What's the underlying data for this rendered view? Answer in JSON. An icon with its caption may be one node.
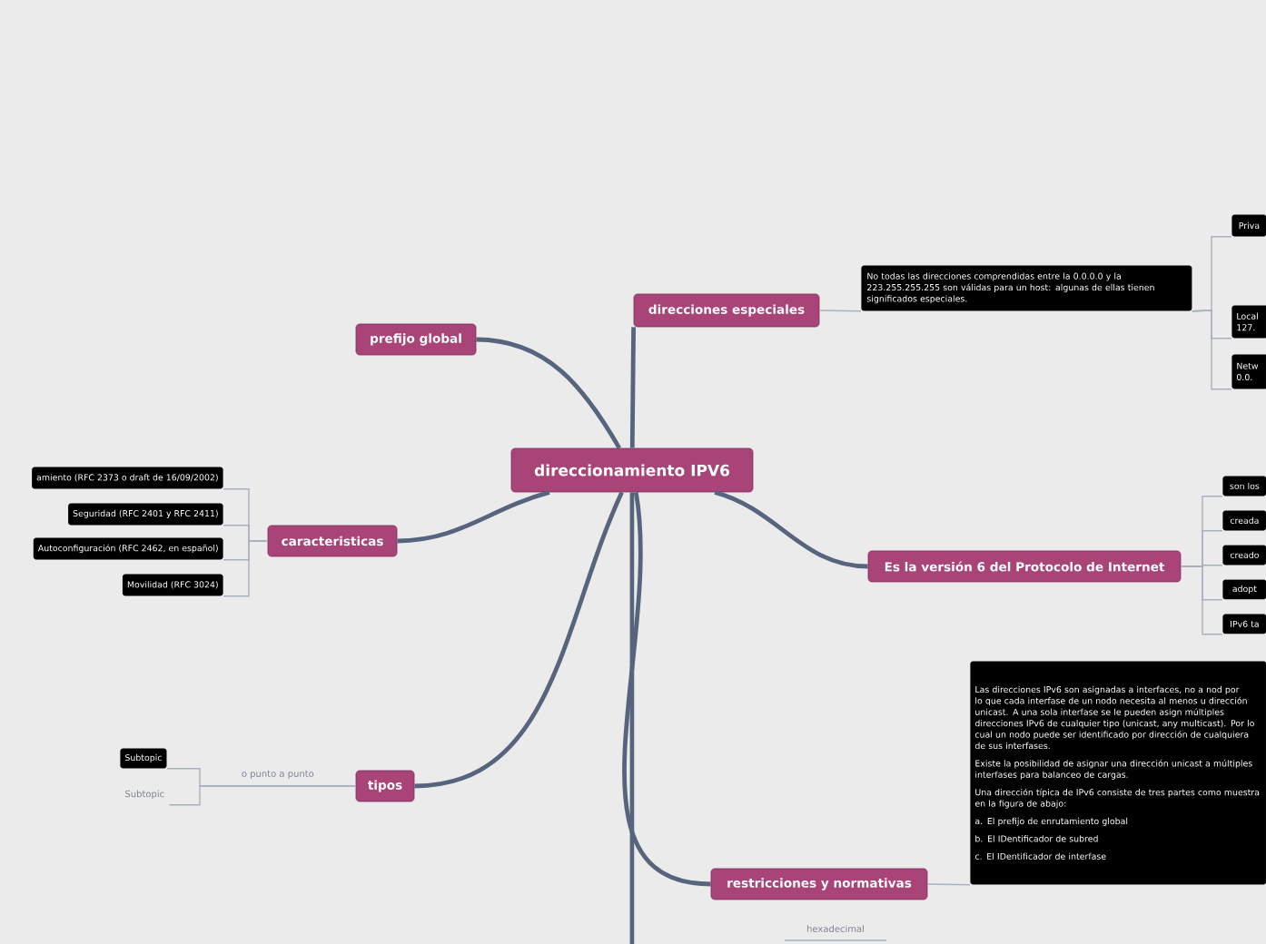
{
  "diagram": {
    "nodes": [
      {
        "text": [
          "direccionamiento IPV6"
        ]
      },
      {
        "text": [
          "prefijo global"
        ]
      },
      {
        "text": [
          "direcciones especiales"
        ]
      },
      {
        "text": [
          "No todas las direcciones comprendidas entre la 0.0.0.0 y la 223.255.255.255 son válidas para un host: algunas de ellas tienen significados especiales."
        ]
      },
      {
        "text": [
          "Priva"
        ]
      },
      {
        "text": [
          "Local 127."
        ]
      },
      {
        "text": [
          "Netw 0.0."
        ]
      },
      {
        "text": [
          "caracteristicas"
        ]
      },
      {
        "text": [
          "amiento (RFC 2373 o draft de 16/09/2002)"
        ]
      },
      {
        "text": [
          "Seguridad (RFC 2401 y RFC 2411)"
        ]
      },
      {
        "text": [
          "Autoconfiguración (RFC 2462, en español)"
        ]
      },
      {
        "text": [
          "Movilidad (RFC 3024)"
        ]
      },
      {
        "text": [
          "Es la versión 6 del Protocolo de Internet"
        ]
      },
      {
        "text": [
          "son los"
        ]
      },
      {
        "text": [
          "creada"
        ]
      },
      {
        "text": [
          "creado"
        ]
      },
      {
        "text": [
          "adopt"
        ]
      },
      {
        "text": [
          "IPv6 ta"
        ]
      },
      {
        "text": [
          "tipos"
        ]
      },
      {
        "text": [
          "Subtopic"
        ]
      },
      {
        "text": [
          "Subtopic"
        ]
      },
      {
        "text": [
          "restricciones y normativas"
        ]
      },
      {
        "text": [
          "Las direcciones IPv6 son asignadas a interfaces, no a nod por lo que cada interfase de un nodo necesita al menos u dirección unicast. A una sola interfase se le pueden asign múltiples direcciones IPv6 de cualquier tipo (unicast, any multicast). Por lo cual un nodo puede ser identificado por dirección de cualquiera de sus interfases.",
          "Existe la posibilidad de asignar una dirección unicast a múltiples interfases para balanceo de cargas.",
          "Una dirección típica de IPv6 consiste de tres partes como muestra en la figura de abajo:",
          "a. El prefijo de enrutamiento global",
          "b. El IDentificador de subred",
          "c. El IDentificador de interfase"
        ]
      }
    ],
    "edges": [
      {
        "from": 0,
        "to": 1,
        "arrow": "none",
        "style": "thick",
        "color": "#56657d"
      },
      {
        "from": 0,
        "to": 2,
        "arrow": "none",
        "style": "thick",
        "color": "#56657d"
      },
      {
        "from": 2,
        "to": 3,
        "arrow": "none"
      },
      {
        "from": 3,
        "to": 4,
        "arrow": "none"
      },
      {
        "from": 3,
        "to": 5,
        "arrow": "none"
      },
      {
        "from": 3,
        "to": 6,
        "arrow": "none"
      },
      {
        "from": 0,
        "to": 7,
        "arrow": "none",
        "style": "thick",
        "color": "#56657d"
      },
      {
        "from": 7,
        "to": 8,
        "arrow": "none"
      },
      {
        "from": 7,
        "to": 9,
        "arrow": "none"
      },
      {
        "from": 7,
        "to": 10,
        "arrow": "none"
      },
      {
        "from": 7,
        "to": 11,
        "arrow": "none"
      },
      {
        "from": 0,
        "to": 12,
        "arrow": "none",
        "style": "thick",
        "color": "#56657d"
      },
      {
        "from": 12,
        "to": 13,
        "arrow": "none"
      },
      {
        "from": 12,
        "to": 14,
        "arrow": "none"
      },
      {
        "from": 12,
        "to": 15,
        "arrow": "none"
      },
      {
        "from": 12,
        "to": 16,
        "arrow": "none"
      },
      {
        "from": 12,
        "to": 17,
        "arrow": "none"
      },
      {
        "from": 0,
        "to": 18,
        "arrow": "none",
        "style": "thick",
        "color": "#56657d"
      },
      {
        "from": 18,
        "to": 19,
        "arrow": "none",
        "label": "o punto a punto"
      },
      {
        "from": 18,
        "to": 20,
        "arrow": "none"
      },
      {
        "from": 0,
        "to": 21,
        "arrow": "none",
        "style": "thick",
        "color": "#56657d"
      },
      {
        "from": 21,
        "to": 22,
        "arrow": "none"
      },
      {
        "from": 0,
        "to": null,
        "arrow": "none",
        "style": "thick",
        "color": "#56657d"
      }
    ],
    "labels": [
      "hexadecimal"
    ]
  }
}
